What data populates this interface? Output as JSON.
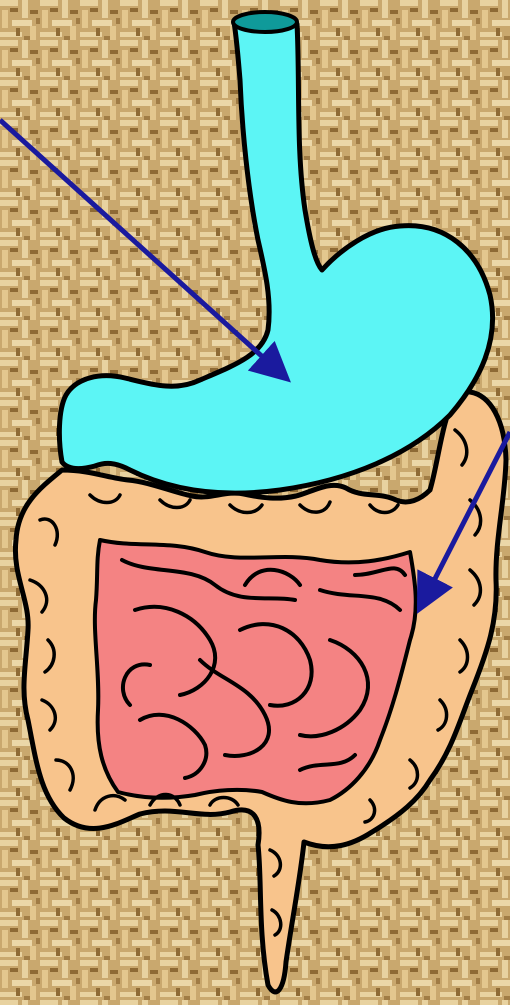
{
  "diagram": {
    "labels": [],
    "colors": {
      "background": "#C9A86E",
      "background_light": "#E8D2A0",
      "background_dark": "#8E6A35",
      "stomach": "#5CF5F5",
      "esophagus_opening": "#0F9A9A",
      "large_intestine": "#F8C48C",
      "small_intestine": "#F48383",
      "arrow": "#1A1A9E",
      "outline": "#000000"
    },
    "parts": [
      "esophagus",
      "stomach",
      "large-intestine",
      "small-intestine",
      "rectum"
    ],
    "arrows": [
      {
        "target": "stomach"
      },
      {
        "target": "small-intestine"
      }
    ]
  }
}
